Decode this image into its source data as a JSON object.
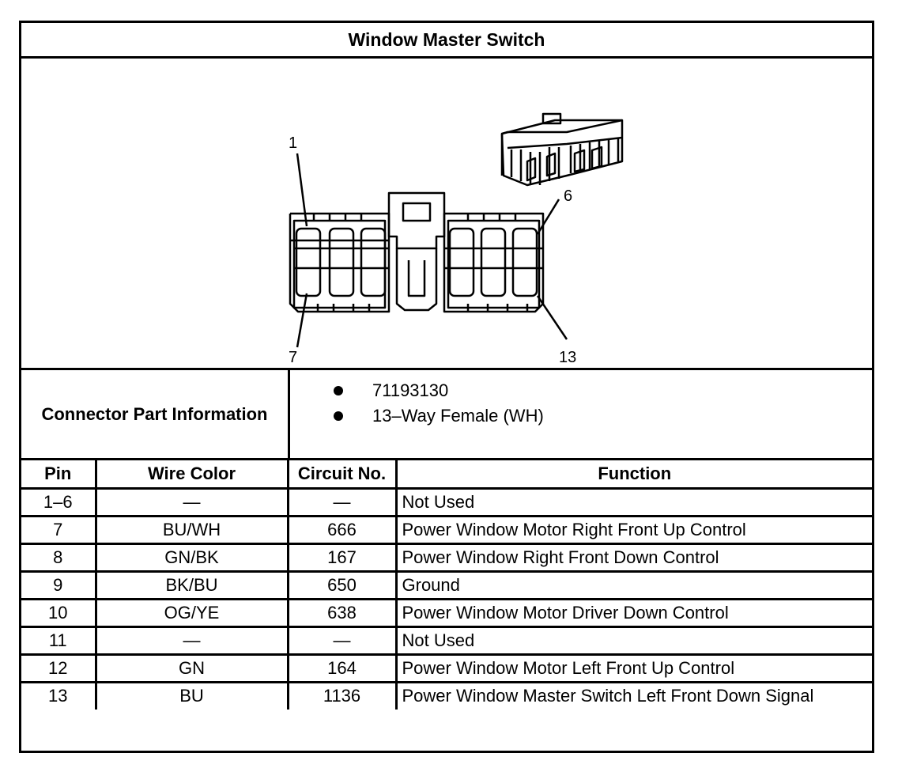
{
  "title": "Window Master Switch",
  "diagram": {
    "callouts": [
      "1",
      "6",
      "7",
      "13"
    ]
  },
  "connector_info": {
    "label": "Connector Part Information",
    "items": [
      "71193130",
      "13–Way Female (WH)"
    ]
  },
  "table": {
    "headers": [
      "Pin",
      "Wire Color",
      "Circuit No.",
      "Function"
    ],
    "rows": [
      {
        "pin": "1–6",
        "color": "—",
        "circuit": "—",
        "function": "Not Used"
      },
      {
        "pin": "7",
        "color": "BU/WH",
        "circuit": "666",
        "function": "Power Window Motor Right Front Up Control"
      },
      {
        "pin": "8",
        "color": "GN/BK",
        "circuit": "167",
        "function": "Power Window Right Front Down Control"
      },
      {
        "pin": "9",
        "color": "BK/BU",
        "circuit": "650",
        "function": "Ground"
      },
      {
        "pin": "10",
        "color": "OG/YE",
        "circuit": "638",
        "function": "Power Window Motor Driver Down Control"
      },
      {
        "pin": "11",
        "color": "—",
        "circuit": "—",
        "function": "Not Used"
      },
      {
        "pin": "12",
        "color": "GN",
        "circuit": "164",
        "function": "Power Window Motor Left Front Up Control"
      },
      {
        "pin": "13",
        "color": "BU",
        "circuit": "1136",
        "function": "Power Window Master Switch Left Front Down Signal"
      }
    ]
  }
}
